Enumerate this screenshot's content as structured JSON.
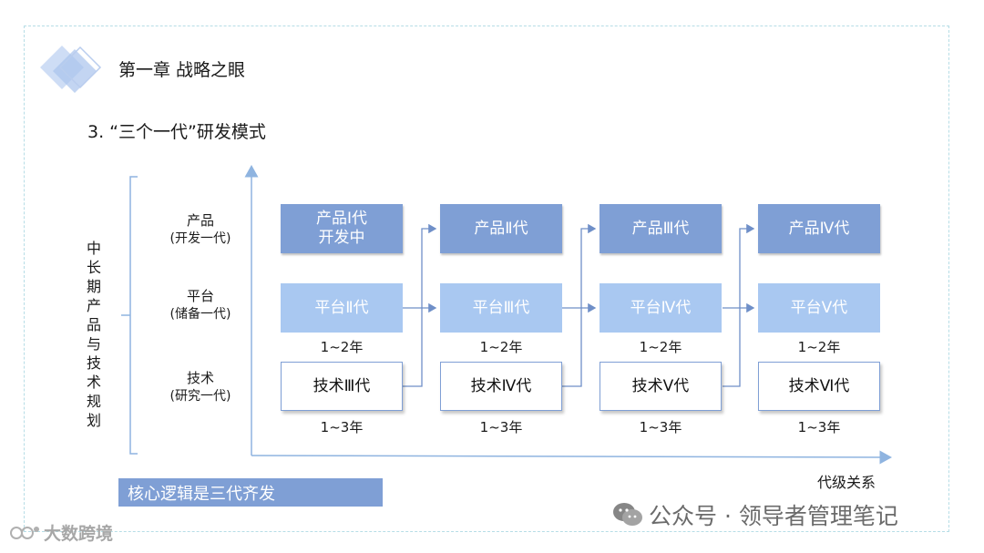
{
  "header": {
    "chapter_title": "第一章 战略之眼",
    "section_title": "3. “三个一代”研发模式"
  },
  "diagram": {
    "vertical_label": "中长期产品与技术规划",
    "rows": [
      {
        "label": "产品",
        "sub": "(开发一代)"
      },
      {
        "label": "平台",
        "sub": "(储备一代)"
      },
      {
        "label": "技术",
        "sub": "(研究一代)"
      }
    ],
    "columns": [
      {
        "product": "产品Ⅰ代\n开发中",
        "platform": "平台Ⅱ代",
        "platform_duration": "1~2年",
        "tech": "技术Ⅲ代",
        "tech_duration": "1~3年"
      },
      {
        "product": "产品Ⅱ代",
        "platform": "平台Ⅲ代",
        "platform_duration": "1~2年",
        "tech": "技术Ⅳ代",
        "tech_duration": "1~3年"
      },
      {
        "product": "产品Ⅲ代",
        "platform": "平台Ⅳ代",
        "platform_duration": "1~2年",
        "tech": "技术Ⅴ代",
        "tech_duration": "1~3年"
      },
      {
        "product": "产品Ⅳ代",
        "platform": "平台Ⅴ代",
        "platform_duration": "1~2年",
        "tech": "技术Ⅵ代",
        "tech_duration": "1~3年"
      }
    ],
    "x_axis_label": "代级关系",
    "core_logic": "核心逻辑是三代齐发"
  },
  "watermarks": {
    "right": "公众号 · 领导者管理笔记",
    "left": "大数跨境"
  },
  "colors": {
    "product_box": "#7f9fd5",
    "platform_box": "#a9c8f1",
    "tech_border": "#7f9fd5",
    "arrow": "#6f8fc8",
    "axis": "#8fb4e0"
  }
}
